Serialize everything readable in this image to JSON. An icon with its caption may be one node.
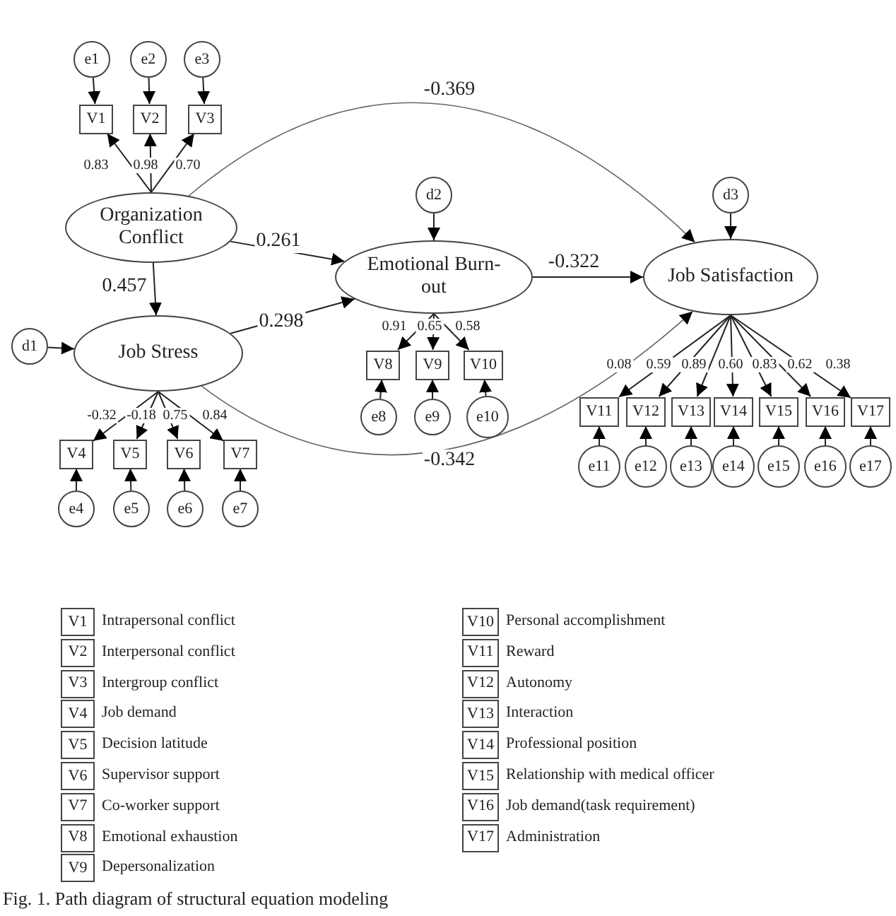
{
  "diagram": {
    "caption": "Fig. 1. Path diagram of structural equation modeling",
    "nodes": [
      {
        "text": [
          "Organization Conflict"
        ]
      },
      {
        "text": [
          "Job Stress"
        ]
      },
      {
        "text": [
          "Emotional Burn-out"
        ]
      },
      {
        "text": [
          "Job Satisfaction"
        ]
      },
      {
        "text": [
          "V1"
        ]
      },
      {
        "text": [
          "V2"
        ]
      },
      {
        "text": [
          "V3"
        ]
      },
      {
        "text": [
          "V4"
        ]
      },
      {
        "text": [
          "V5"
        ]
      },
      {
        "text": [
          "V6"
        ]
      },
      {
        "text": [
          "V7"
        ]
      },
      {
        "text": [
          "V8"
        ]
      },
      {
        "text": [
          "V9"
        ]
      },
      {
        "text": [
          "V10"
        ]
      },
      {
        "text": [
          "V11"
        ]
      },
      {
        "text": [
          "V12"
        ]
      },
      {
        "text": [
          "V13"
        ]
      },
      {
        "text": [
          "V14"
        ]
      },
      {
        "text": [
          "V15"
        ]
      },
      {
        "text": [
          "V16"
        ]
      },
      {
        "text": [
          "V17"
        ]
      },
      {
        "text": [
          "e1"
        ]
      },
      {
        "text": [
          "e2"
        ]
      },
      {
        "text": [
          "e3"
        ]
      },
      {
        "text": [
          "e4"
        ]
      },
      {
        "text": [
          "e5"
        ]
      },
      {
        "text": [
          "e6"
        ]
      },
      {
        "text": [
          "e7"
        ]
      },
      {
        "text": [
          "e8"
        ]
      },
      {
        "text": [
          "e9"
        ]
      },
      {
        "text": [
          "e10"
        ]
      },
      {
        "text": [
          "e11"
        ]
      },
      {
        "text": [
          "e12"
        ]
      },
      {
        "text": [
          "e13"
        ]
      },
      {
        "text": [
          "e14"
        ]
      },
      {
        "text": [
          "e15"
        ]
      },
      {
        "text": [
          "e16"
        ]
      },
      {
        "text": [
          "e17"
        ]
      },
      {
        "text": [
          "d1"
        ]
      },
      {
        "text": [
          "d2"
        ]
      },
      {
        "text": [
          "d3"
        ]
      },
      {
        "text": [
          "V1"
        ],
        "beside": [
          "Intrapersonal conflict"
        ]
      },
      {
        "text": [
          "V2"
        ],
        "beside": [
          "Interpersonal conflict"
        ]
      },
      {
        "text": [
          "V3"
        ],
        "beside": [
          "Intergroup conflict"
        ]
      },
      {
        "text": [
          "V4"
        ],
        "beside": [
          "Job demand"
        ]
      },
      {
        "text": [
          "V5"
        ],
        "beside": [
          "Decision latitude"
        ]
      },
      {
        "text": [
          "V6"
        ],
        "beside": [
          "Supervisor support"
        ]
      },
      {
        "text": [
          "V7"
        ],
        "beside": [
          "Co-worker support"
        ]
      },
      {
        "text": [
          "V8"
        ],
        "beside": [
          "Emotional exhaustion"
        ]
      },
      {
        "text": [
          "V9"
        ],
        "beside": [
          "Depersonalization"
        ]
      },
      {
        "text": [
          "V10"
        ],
        "beside": [
          "Personal accomplishment"
        ]
      },
      {
        "text": [
          "V11"
        ],
        "beside": [
          "Reward"
        ]
      },
      {
        "text": [
          "V12"
        ],
        "beside": [
          "Autonomy"
        ]
      },
      {
        "text": [
          "V13"
        ],
        "beside": [
          "Interaction"
        ]
      },
      {
        "text": [
          "V14"
        ],
        "beside": [
          "Professional position"
        ]
      },
      {
        "text": [
          "V15"
        ],
        "beside": [
          "Relationship with medical officer"
        ]
      },
      {
        "text": [
          "V16"
        ],
        "beside": [
          "Job demand(task requirement)"
        ]
      },
      {
        "text": [
          "V17"
        ],
        "beside": [
          "Administration"
        ]
      }
    ],
    "edges": [
      {
        "from": 0,
        "to": 1,
        "arrow": "to",
        "label": "0.457"
      },
      {
        "from": 0,
        "to": 2,
        "arrow": "to",
        "label": "0.261"
      },
      {
        "from": 1,
        "to": 2,
        "arrow": "to",
        "label": "0.298"
      },
      {
        "from": 2,
        "to": 3,
        "arrow": "to",
        "label": "-0.322"
      },
      {
        "from": 0,
        "to": 3,
        "arrow": "to",
        "label": "-0.369"
      },
      {
        "from": 1,
        "to": 3,
        "arrow": "to",
        "label": "-0.342"
      },
      {
        "from": 38,
        "to": 1,
        "arrow": "to"
      },
      {
        "from": 39,
        "to": 2,
        "arrow": "to"
      },
      {
        "from": 40,
        "to": 3,
        "arrow": "to"
      },
      {
        "from": 0,
        "to": 4,
        "arrow": "to",
        "label": "0.83"
      },
      {
        "from": 0,
        "to": 5,
        "arrow": "to",
        "label": "0.98"
      },
      {
        "from": 0,
        "to": 6,
        "arrow": "to",
        "label": "0.70"
      },
      {
        "from": 1,
        "to": 7,
        "arrow": "to",
        "label": "-0.32"
      },
      {
        "from": 1,
        "to": 8,
        "arrow": "to",
        "label": "-0.18"
      },
      {
        "from": 1,
        "to": 9,
        "arrow": "to",
        "label": "0.75"
      },
      {
        "from": 1,
        "to": 10,
        "arrow": "to",
        "label": "0.84"
      },
      {
        "from": 2,
        "to": 11,
        "arrow": "to",
        "label": "0.91"
      },
      {
        "from": 2,
        "to": 12,
        "arrow": "to",
        "label": "0.65"
      },
      {
        "from": 2,
        "to": 13,
        "arrow": "to",
        "label": "0.58"
      },
      {
        "from": 3,
        "to": 14,
        "arrow": "to",
        "label": "0.08"
      },
      {
        "from": 3,
        "to": 15,
        "arrow": "to",
        "label": "0.59"
      },
      {
        "from": 3,
        "to": 16,
        "arrow": "to",
        "label": "0.89"
      },
      {
        "from": 3,
        "to": 17,
        "arrow": "to",
        "label": "0.60"
      },
      {
        "from": 3,
        "to": 18,
        "arrow": "to",
        "label": "0.83"
      },
      {
        "from": 3,
        "to": 19,
        "arrow": "to",
        "label": "0.62"
      },
      {
        "from": 3,
        "to": 20,
        "arrow": "to",
        "label": "0.38"
      },
      {
        "from": 21,
        "to": 4,
        "arrow": "to"
      },
      {
        "from": 22,
        "to": 5,
        "arrow": "to"
      },
      {
        "from": 23,
        "to": 6,
        "arrow": "to"
      },
      {
        "from": 24,
        "to": 7,
        "arrow": "to"
      },
      {
        "from": 25,
        "to": 8,
        "arrow": "to"
      },
      {
        "from": 26,
        "to": 9,
        "arrow": "to"
      },
      {
        "from": 27,
        "to": 10,
        "arrow": "to"
      },
      {
        "from": 28,
        "to": 11,
        "arrow": "to"
      },
      {
        "from": 29,
        "to": 12,
        "arrow": "to"
      },
      {
        "from": 30,
        "to": 13,
        "arrow": "to"
      },
      {
        "from": 31,
        "to": 14,
        "arrow": "to"
      },
      {
        "from": 32,
        "to": 15,
        "arrow": "to"
      },
      {
        "from": 33,
        "to": 16,
        "arrow": "to"
      },
      {
        "from": 34,
        "to": 17,
        "arrow": "to"
      },
      {
        "from": 35,
        "to": 18,
        "arrow": "to"
      },
      {
        "from": 36,
        "to": 19,
        "arrow": "to"
      },
      {
        "from": 37,
        "to": 20,
        "arrow": "to"
      }
    ]
  }
}
